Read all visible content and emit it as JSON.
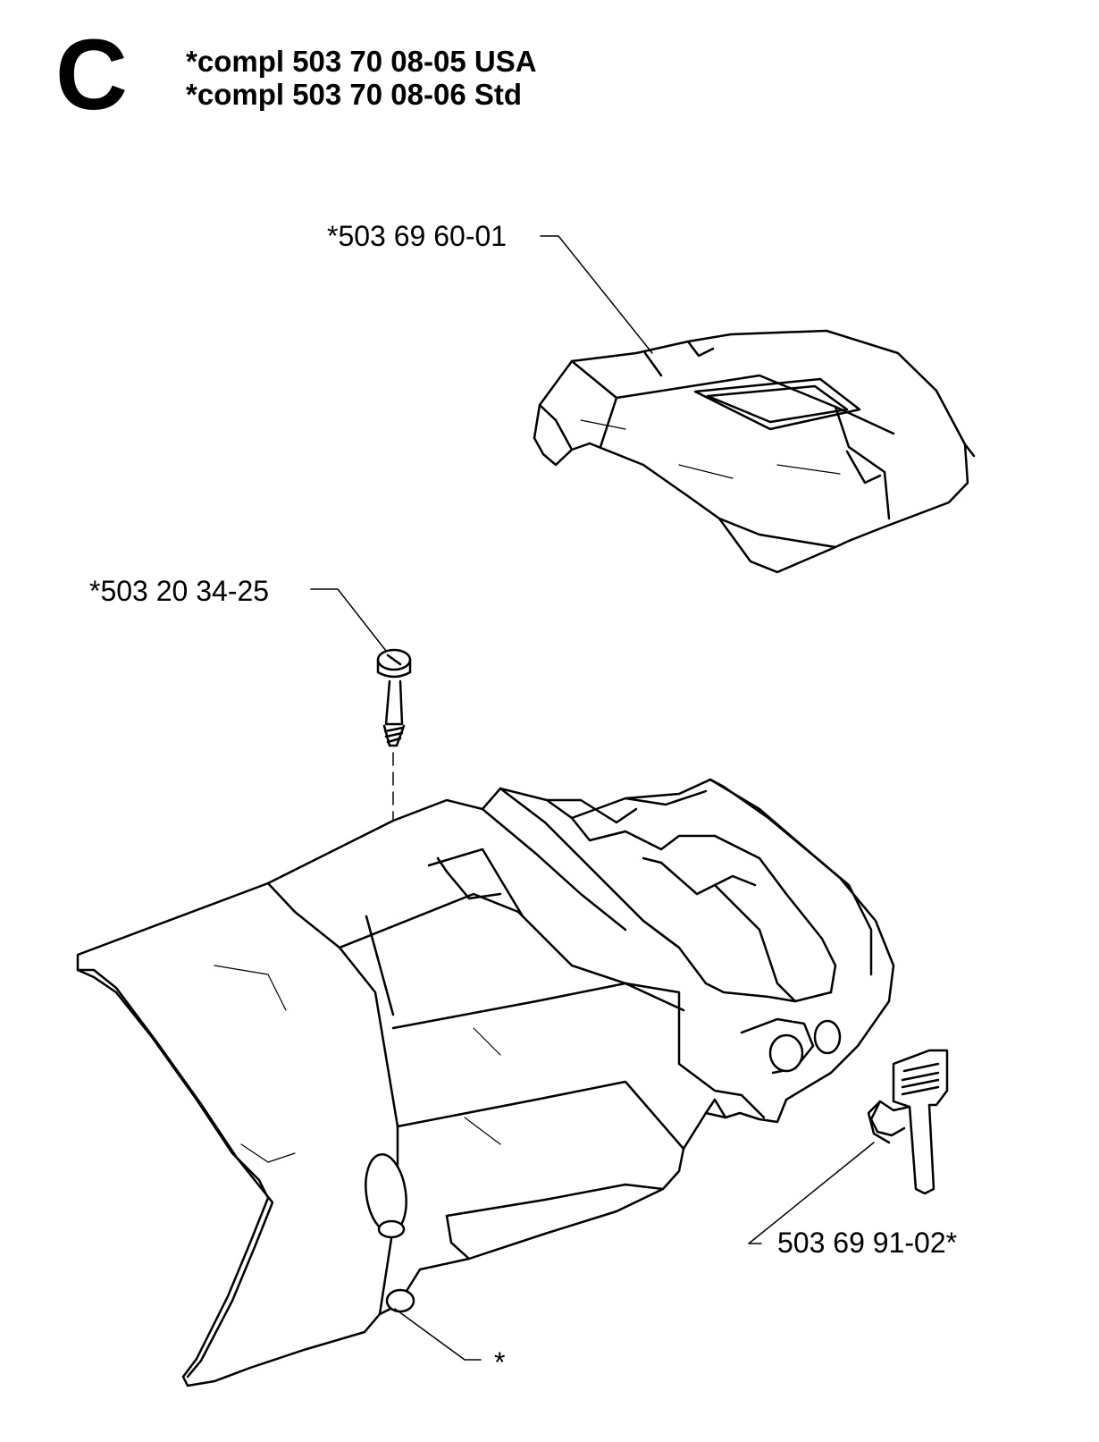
{
  "header": {
    "section_letter": "C",
    "lines": [
      "*compl 503 70 08-05 USA",
      "*compl 503 70 08-06 Std"
    ]
  },
  "parts": {
    "top_cover": "*503 69 60-01",
    "screw": "*503 20 34-25",
    "clip": "503 69 91-02*",
    "asterisk": "*"
  }
}
